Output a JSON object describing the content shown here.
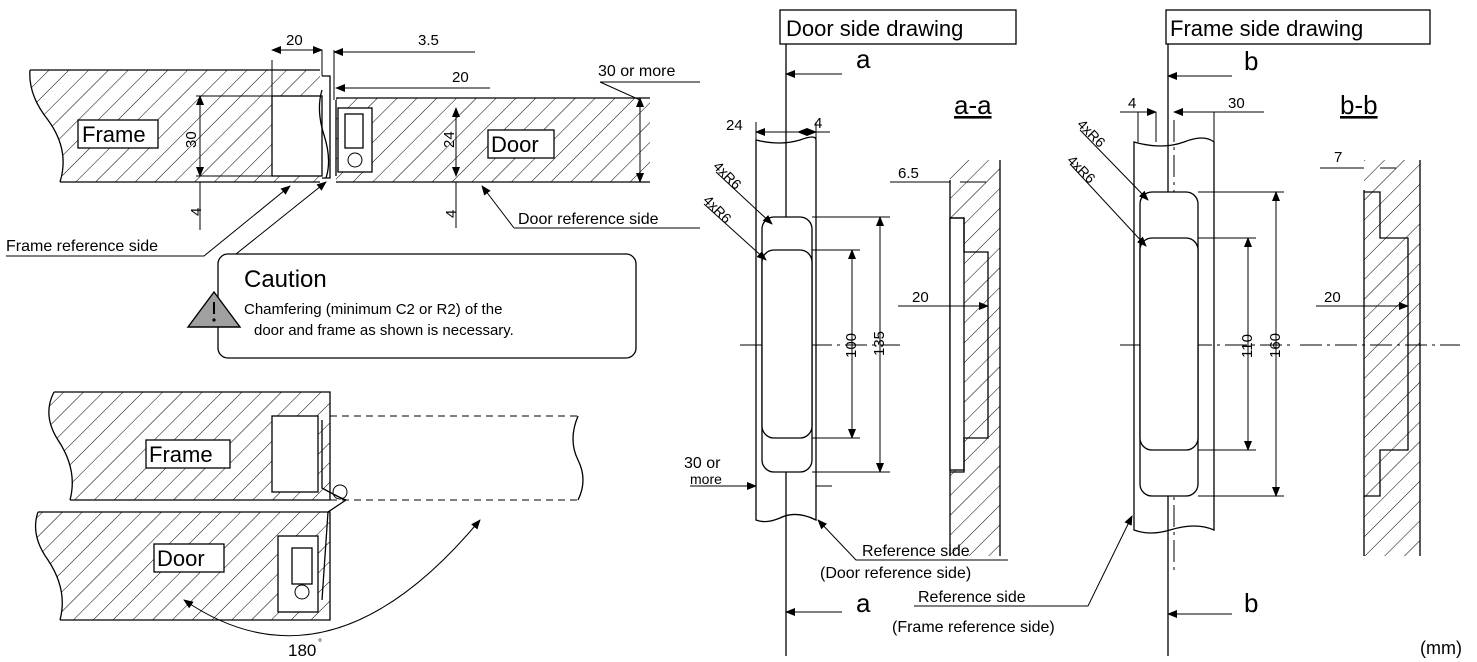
{
  "page": {
    "unit_label": "(mm)"
  },
  "top_detail": {
    "dim_20_top": "20",
    "dim_3_5": "3.5",
    "dim_20_mid": "20",
    "dim_30_or_more": "30 or more",
    "dim_30": "30",
    "dim_24": "24",
    "dim_4_left": "4",
    "dim_4_right": "4",
    "frame_label": "Frame",
    "door_label": "Door",
    "door_reference_side": "Door reference side",
    "frame_reference_side": "Frame reference side"
  },
  "caution": {
    "title": "Caution",
    "line1": "Chamfering (minimum C2 or R2) of the",
    "line2": "door and frame as shown is necessary."
  },
  "open_detail": {
    "frame_label": "Frame",
    "door_label": "Door",
    "angle_label": "180",
    "angle_unit": "°"
  },
  "door_side": {
    "title": "Door side drawing",
    "section_letter_top": "a",
    "section_letter_bottom": "a",
    "section_label": "a-a",
    "dim_24": "24",
    "dim_4": "4",
    "radius_1": "4xR6",
    "radius_2": "4xR6",
    "dim_6_5": "6.5",
    "dim_20": "20",
    "dim_100": "100",
    "dim_135": "135",
    "dim_30_or": "30 or",
    "dim_more": "more",
    "reference_side": "Reference side",
    "reference_side_sub": "(Door reference side)"
  },
  "frame_side": {
    "title": "Frame side drawing",
    "section_letter_top": "b",
    "section_letter_bottom": "b",
    "section_label": "b-b",
    "dim_4": "4",
    "dim_30": "30",
    "radius_1": "4xR6",
    "radius_2": "4xR6",
    "dim_7": "7",
    "dim_20": "20",
    "dim_110": "110",
    "dim_160": "160",
    "reference_side": "Reference side",
    "reference_side_sub": "(Frame reference side)"
  }
}
